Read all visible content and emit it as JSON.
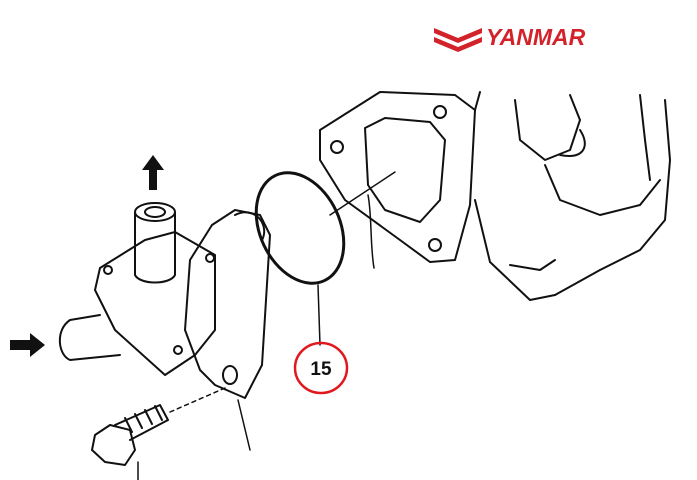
{
  "brand": {
    "name": "YANMAR",
    "color": "#d2232a"
  },
  "diagram": {
    "part_callout": "15",
    "callout_highlight_color": "#e0191f",
    "flow_arrows": [
      "arrow-up-outlet",
      "arrow-right-inlet"
    ]
  }
}
